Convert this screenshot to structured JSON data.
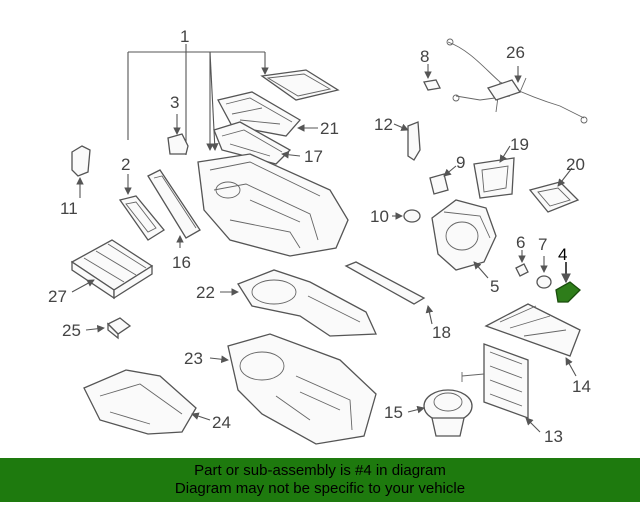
{
  "labels": {
    "p1": "1",
    "p2": "2",
    "p3": "3",
    "p4": "4",
    "p5": "5",
    "p6": "6",
    "p7": "7",
    "p8": "8",
    "p9": "9",
    "p10": "10",
    "p11": "11",
    "p12": "12",
    "p13": "13",
    "p14": "14",
    "p15": "15",
    "p16": "16",
    "p17": "17",
    "p18": "18",
    "p19": "19",
    "p20": "20",
    "p21": "21",
    "p22": "22",
    "p23": "23",
    "p24": "24",
    "p25": "25",
    "p26": "26",
    "p27": "27"
  },
  "highlight_color": "#2e7d1a",
  "banner": {
    "line1": "Part or sub-assembly is #4 in diagram",
    "line2": "Diagram may not be specific to your vehicle",
    "background": "#1e7a0e"
  }
}
